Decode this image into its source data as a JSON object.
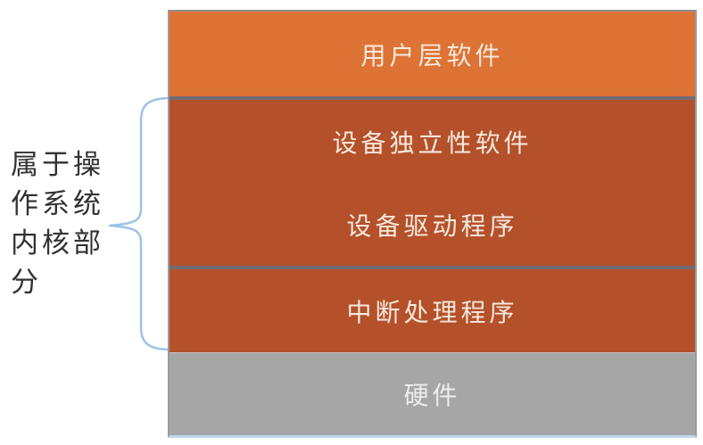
{
  "side_label": {
    "text": "属于操作系统内核部分",
    "lines": [
      "属于操",
      "作系统",
      "内核部",
      "分"
    ]
  },
  "layers": [
    {
      "name": "user-software",
      "label": "用户层软件",
      "bg": "#de7336",
      "text_color": "#f7e9dc"
    },
    {
      "name": "device-independent-software",
      "label": "设备独立性软件",
      "bg": "#b4512b",
      "text_color": "#f7e9dc"
    },
    {
      "name": "device-driver",
      "label": "设备驱动程序",
      "bg": "#b4512b",
      "text_color": "#f7e9dc"
    },
    {
      "name": "interrupt-handler",
      "label": "中断处理程序",
      "bg": "#b4512b",
      "text_color": "#f7e9dc"
    },
    {
      "name": "hardware",
      "label": "硬件",
      "bg": "#a6a6a6",
      "text_color": "#ededed"
    }
  ],
  "colors": {
    "divider": "#716b74",
    "outer_border": "#9a9a9a",
    "bottom_border": "#bdd7ee",
    "brace": "#9dc3e6",
    "side_label_text": "#323232",
    "background": "#ffffff"
  }
}
